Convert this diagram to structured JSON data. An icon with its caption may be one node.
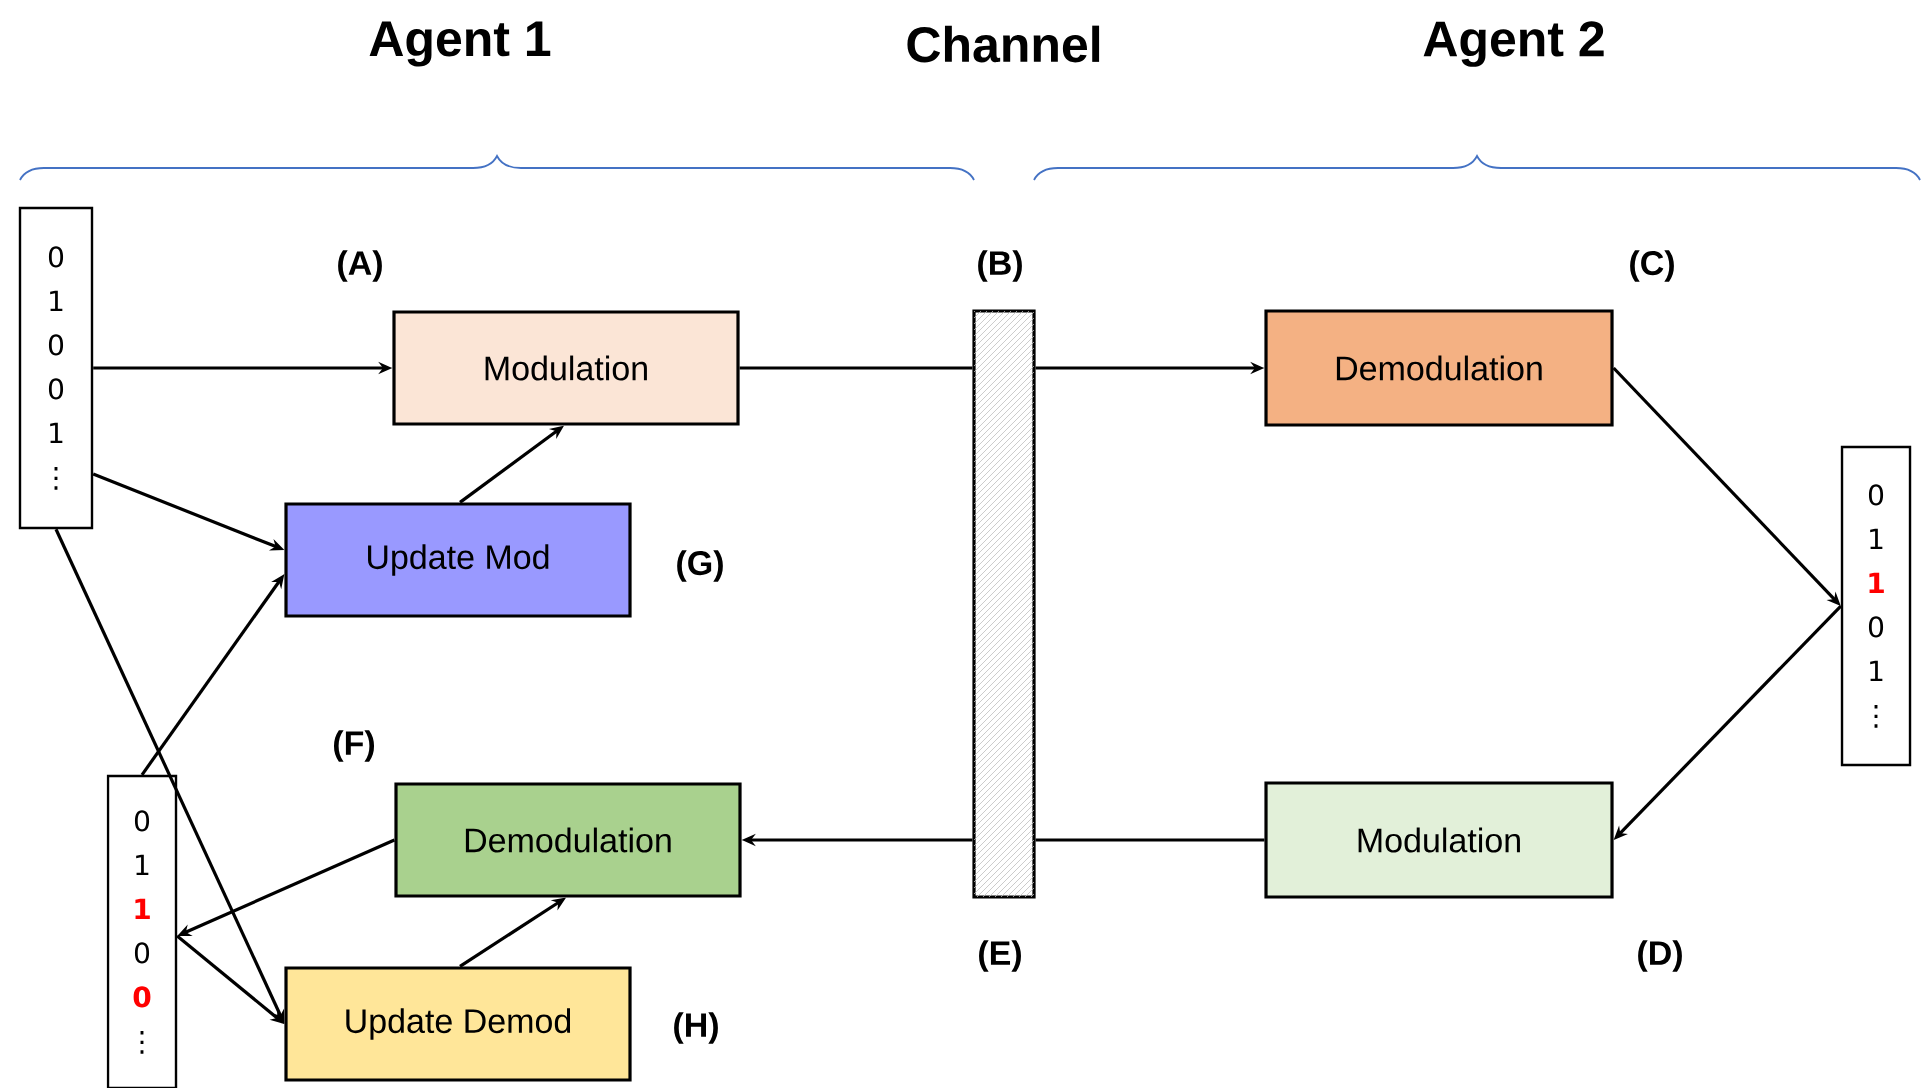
{
  "diagram": {
    "nodes": [
      {
        "text": [
          "0",
          "1",
          "0",
          "0",
          "1",
          "⋮"
        ]
      },
      {
        "text": [
          "Modulation"
        ],
        "beside": [
          "(A)"
        ]
      },
      {
        "text": [
          "Update Mod"
        ],
        "beside": [
          "(G)"
        ]
      },
      {
        "text": [
          "0",
          "1",
          "1",
          "0",
          "0",
          "⋮"
        ]
      },
      {
        "text": [
          "Demodulation"
        ],
        "beside": [
          "(F)"
        ]
      },
      {
        "text": [
          "Update Demod"
        ],
        "beside": [
          "(H)"
        ]
      },
      {
        "text": [],
        "shape": "bar",
        "beside": [
          "(B)",
          "(E)"
        ]
      },
      {
        "text": [
          "Demodulation"
        ],
        "beside": [
          "(C)"
        ]
      },
      {
        "text": [
          "0",
          "1",
          "1",
          "0",
          "1",
          "⋮"
        ]
      },
      {
        "text": [
          "Modulation"
        ],
        "beside": [
          "(D)"
        ]
      }
    ],
    "edges": [
      {
        "from": 0,
        "to": 1,
        "arrow": "to"
      },
      {
        "from": 0,
        "to": 2,
        "arrow": "to"
      },
      {
        "from": 0,
        "to": 5,
        "arrow": "to"
      },
      {
        "from": 3,
        "to": 2,
        "arrow": "to"
      },
      {
        "from": 2,
        "to": 1,
        "arrow": "to"
      },
      {
        "from": 1,
        "to": 6,
        "arrow": "none"
      },
      {
        "from": 6,
        "to": 7,
        "arrow": "to"
      },
      {
        "from": 7,
        "to": 8,
        "arrow": "to"
      },
      {
        "from": 8,
        "to": 9,
        "arrow": "to"
      },
      {
        "from": 9,
        "to": 6,
        "arrow": "none"
      },
      {
        "from": 6,
        "to": 4,
        "arrow": "to"
      },
      {
        "from": 4,
        "to": 3,
        "arrow": "to"
      },
      {
        "from": 3,
        "to": 5,
        "arrow": "to"
      },
      {
        "from": 5,
        "to": 4,
        "arrow": "to"
      }
    ],
    "labels": [
      "Agent 1",
      "Channel",
      "Agent 2"
    ]
  }
}
